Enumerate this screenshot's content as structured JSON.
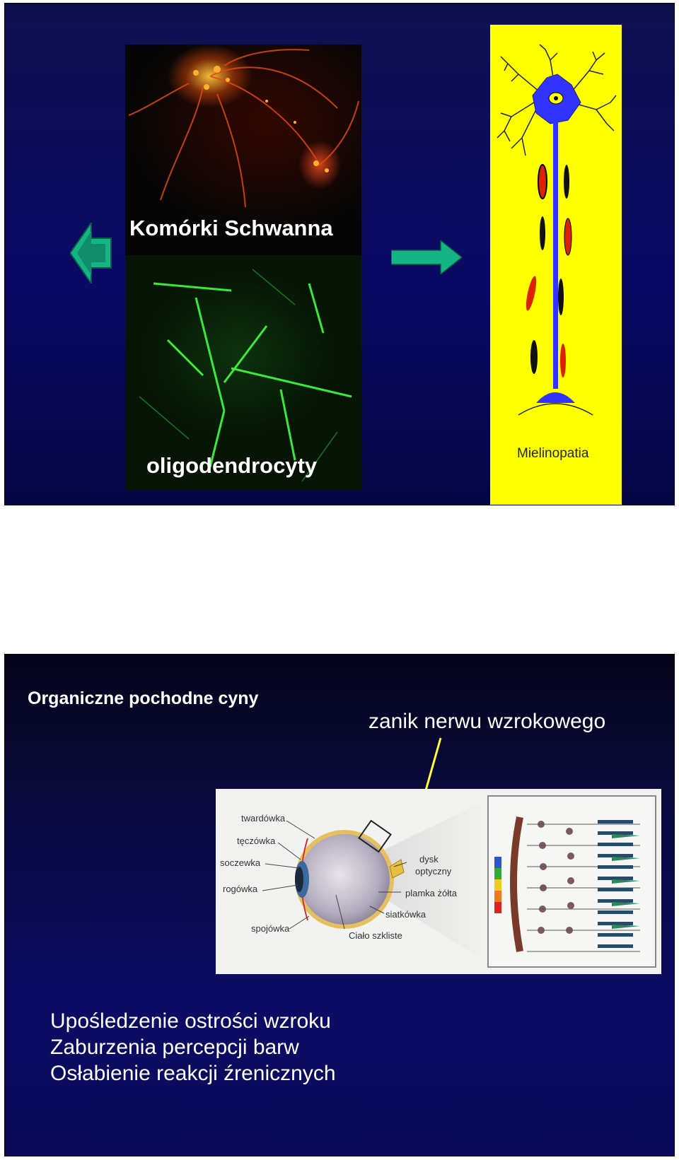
{
  "slide1": {
    "caption_top": "Komórki Schwanna",
    "caption_bottom": "oligodendrocyty",
    "diagram_label": "Mielinopatia",
    "arrow_color": "#14b486",
    "diagram_bg": "#ffff00"
  },
  "slide2": {
    "title": "Organiczne pochodne cyny",
    "optic_label": "zanik nerwu wzrokowego",
    "eye_labels": {
      "sclera": "twardówka",
      "iris": "tęczówka",
      "lens": "soczewka",
      "cornea": "rogówka",
      "conjunctiva": "spojówka",
      "optic_disc_1": "dysk",
      "optic_disc_2": "optyczny",
      "macula": "plamka żółta",
      "retina": "siatkówka",
      "vitreous": "Ciało szkliste"
    },
    "symptoms": [
      "Upośledzenie ostrości wzroku",
      "Zaburzenia percepcji barw",
      "Osłabienie reakcji źrenicznych"
    ],
    "pointer_color": "#ffff33"
  }
}
